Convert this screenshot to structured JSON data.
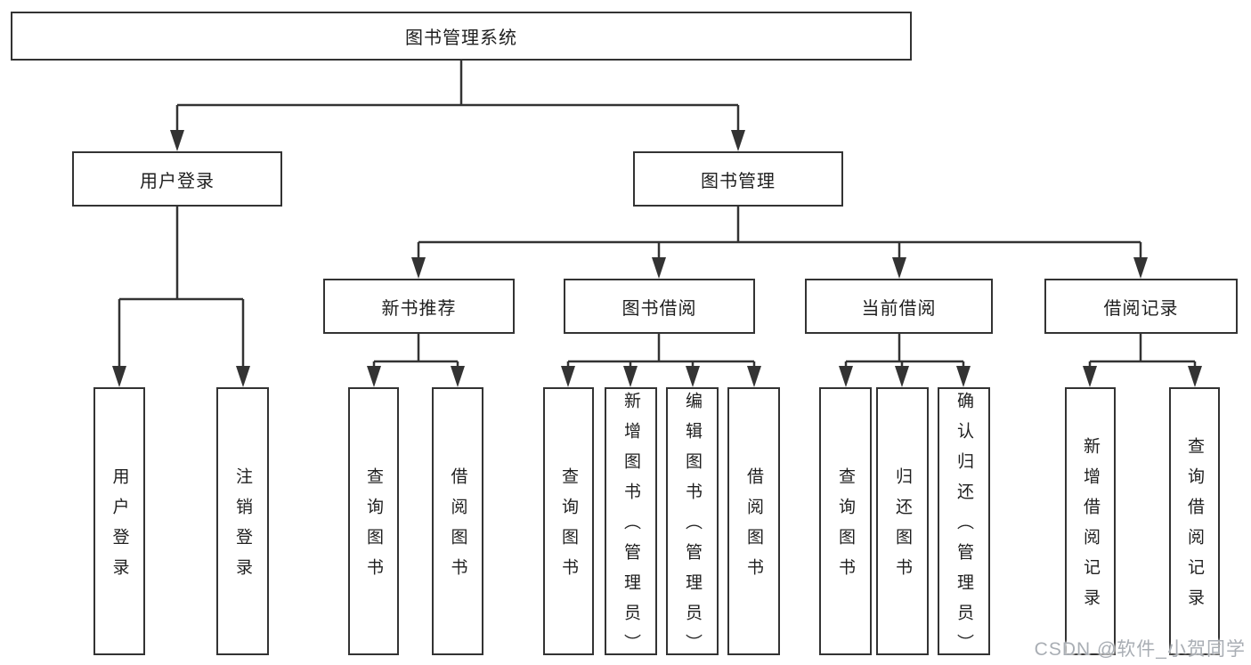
{
  "tree": {
    "label": "图书管理系统",
    "children": [
      {
        "label": "用户登录",
        "children": [
          {
            "label": "用户登录"
          },
          {
            "label": "注销登录"
          }
        ]
      },
      {
        "label": "图书管理",
        "children": [
          {
            "label": "新书推荐",
            "children": [
              {
                "label": "查询图书"
              },
              {
                "label": "借阅图书"
              }
            ]
          },
          {
            "label": "图书借阅",
            "children": [
              {
                "label": "查询图书"
              },
              {
                "label": "新增图书（管理员）"
              },
              {
                "label": "编辑图书（管理员）"
              },
              {
                "label": "借阅图书"
              }
            ]
          },
          {
            "label": "当前借阅",
            "children": [
              {
                "label": "查询图书"
              },
              {
                "label": "归还图书"
              },
              {
                "label": "确认归还（管理员）"
              }
            ]
          },
          {
            "label": "借阅记录",
            "children": [
              {
                "label": "新增借阅记录"
              },
              {
                "label": "查询借阅记录"
              }
            ]
          }
        ]
      }
    ]
  },
  "watermark": "CSDN @软件_小贺同学",
  "colors": {
    "line": "#333333",
    "text": "#1f1f1f",
    "background": "#ffffff",
    "watermark_gray": "#a9aeb4"
  }
}
